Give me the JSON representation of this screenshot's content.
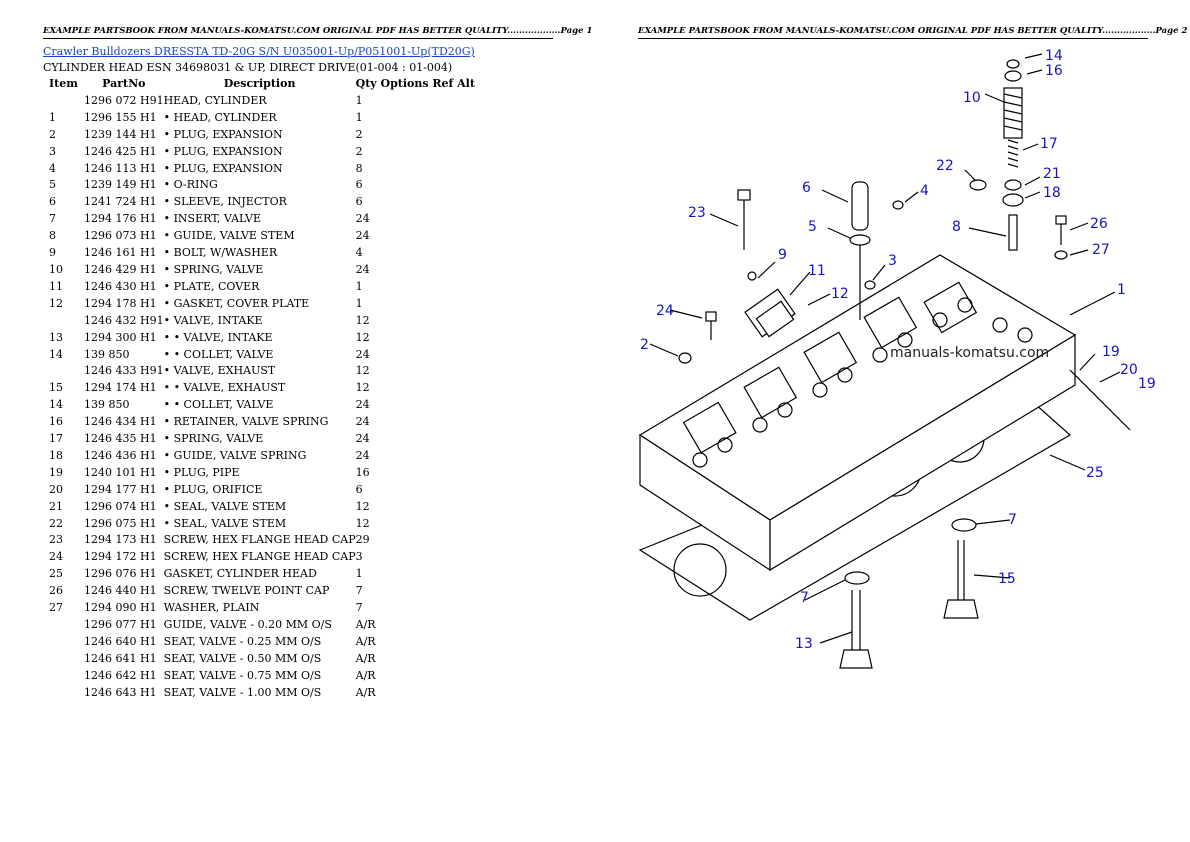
{
  "header": {
    "page1": "EXAMPLE PARTSBOOK FROM MANUALS-KOMATSU.COM ORIGINAL PDF HAS BETTER QUALITY..................Page 1",
    "page2": "EXAMPLE PARTSBOOK FROM MANUALS-KOMATSU.COM ORIGINAL PDF HAS BETTER QUALITY..................Page 2"
  },
  "title_link": "Crawler Bulldozers DRESSTA TD-20G S/N U035001-Up/P051001-Up(TD20G)",
  "subtitle": "CYLINDER HEAD ESN 34698031 & UP, DIRECT DRIVE(01-004 : 01-004)",
  "columns": {
    "item": "Item",
    "part": "PartNo",
    "desc": "Description",
    "qty": "Qty Options Ref Alt"
  },
  "rows": [
    {
      "item": "",
      "part": "1296 072 H91",
      "desc": "HEAD, CYLINDER",
      "qty": "1"
    },
    {
      "item": "1",
      "part": "1296 155 H1",
      "desc": "• HEAD, CYLINDER",
      "qty": "1"
    },
    {
      "item": "2",
      "part": "1239 144 H1",
      "desc": "• PLUG, EXPANSION",
      "qty": "2"
    },
    {
      "item": "3",
      "part": "1246 425 H1",
      "desc": "• PLUG, EXPANSION",
      "qty": "2"
    },
    {
      "item": "4",
      "part": "1246 113 H1",
      "desc": "• PLUG, EXPANSION",
      "qty": "8"
    },
    {
      "item": "5",
      "part": "1239 149 H1",
      "desc": "• O-RING",
      "qty": "6"
    },
    {
      "item": "6",
      "part": "1241 724 H1",
      "desc": "• SLEEVE, INJECTOR",
      "qty": "6"
    },
    {
      "item": "7",
      "part": "1294 176 H1",
      "desc": "• INSERT, VALVE",
      "qty": "24"
    },
    {
      "item": "8",
      "part": "1296 073 H1",
      "desc": "• GUIDE, VALVE STEM",
      "qty": "24"
    },
    {
      "item": "9",
      "part": "1246 161 H1",
      "desc": "• BOLT, W/WASHER",
      "qty": "4"
    },
    {
      "item": "10",
      "part": "1246 429 H1",
      "desc": "• SPRING, VALVE",
      "qty": "24"
    },
    {
      "item": "11",
      "part": "1246 430 H1",
      "desc": "• PLATE, COVER",
      "qty": "1"
    },
    {
      "item": "12",
      "part": "1294 178 H1",
      "desc": "• GASKET, COVER PLATE",
      "qty": "1"
    },
    {
      "item": "",
      "part": "1246 432 H91",
      "desc": "• VALVE, INTAKE",
      "qty": "12"
    },
    {
      "item": "13",
      "part": "1294 300 H1",
      "desc": "• • VALVE, INTAKE",
      "qty": "12"
    },
    {
      "item": "14",
      "part": "139 850",
      "desc": "• • COLLET, VALVE",
      "qty": "24"
    },
    {
      "item": "",
      "part": "1246 433 H91",
      "desc": "• VALVE, EXHAUST",
      "qty": "12"
    },
    {
      "item": "15",
      "part": "1294 174 H1",
      "desc": "• • VALVE, EXHAUST",
      "qty": "12"
    },
    {
      "item": "14",
      "part": "139 850",
      "desc": "• • COLLET, VALVE",
      "qty": "24"
    },
    {
      "item": "16",
      "part": "1246 434 H1",
      "desc": "• RETAINER, VALVE SPRING",
      "qty": "24"
    },
    {
      "item": "17",
      "part": "1246 435 H1",
      "desc": "• SPRING, VALVE",
      "qty": "24"
    },
    {
      "item": "18",
      "part": "1246 436 H1",
      "desc": "• GUIDE, VALVE SPRING",
      "qty": "24"
    },
    {
      "item": "19",
      "part": "1240 101 H1",
      "desc": "• PLUG, PIPE",
      "qty": "16"
    },
    {
      "item": "20",
      "part": "1294 177 H1",
      "desc": "• PLUG, ORIFICE",
      "qty": "6"
    },
    {
      "item": "21",
      "part": "1296 074 H1",
      "desc": "• SEAL, VALVE STEM",
      "qty": "12"
    },
    {
      "item": "22",
      "part": "1296 075 H1",
      "desc": "• SEAL, VALVE STEM",
      "qty": "12"
    },
    {
      "item": "23",
      "part": "1294 173 H1",
      "desc": "SCREW, HEX FLANGE HEAD CAP",
      "qty": "29"
    },
    {
      "item": "24",
      "part": "1294 172 H1",
      "desc": "SCREW, HEX FLANGE HEAD CAP",
      "qty": "3"
    },
    {
      "item": "25",
      "part": "1296 076 H1",
      "desc": "GASKET, CYLINDER HEAD",
      "qty": "1"
    },
    {
      "item": "26",
      "part": "1246 440 H1",
      "desc": "SCREW, TWELVE POINT CAP",
      "qty": "7"
    },
    {
      "item": "27",
      "part": "1294 090 H1",
      "desc": "WASHER, PLAIN",
      "qty": "7"
    },
    {
      "item": "",
      "part": "1296 077 H1",
      "desc": "GUIDE, VALVE - 0.20 MM O/S",
      "qty": "A/R"
    },
    {
      "item": "",
      "part": "1246 640 H1",
      "desc": "SEAT, VALVE - 0.25 MM O/S",
      "qty": "A/R"
    },
    {
      "item": "",
      "part": "1246 641 H1",
      "desc": "SEAT, VALVE - 0.50 MM O/S",
      "qty": "A/R"
    },
    {
      "item": "",
      "part": "1246 642 H1",
      "desc": "SEAT, VALVE - 0.75 MM O/S",
      "qty": "A/R"
    },
    {
      "item": "",
      "part": "1246 643 H1",
      "desc": "SEAT, VALVE - 1.00 MM O/S",
      "qty": "A/R"
    }
  ],
  "diagram": {
    "watermark": "manuals-komatsu.com",
    "callouts": [
      "14",
      "16",
      "10",
      "17",
      "22",
      "21",
      "18",
      "6",
      "4",
      "23",
      "5",
      "8",
      "26",
      "27",
      "9",
      "3",
      "11",
      "12",
      "1",
      "24",
      "2",
      "19",
      "20",
      "19",
      "25",
      "7",
      "15",
      "7",
      "13"
    ],
    "colors": {
      "callout": "#1414c8",
      "link": "#1a44c8"
    }
  }
}
